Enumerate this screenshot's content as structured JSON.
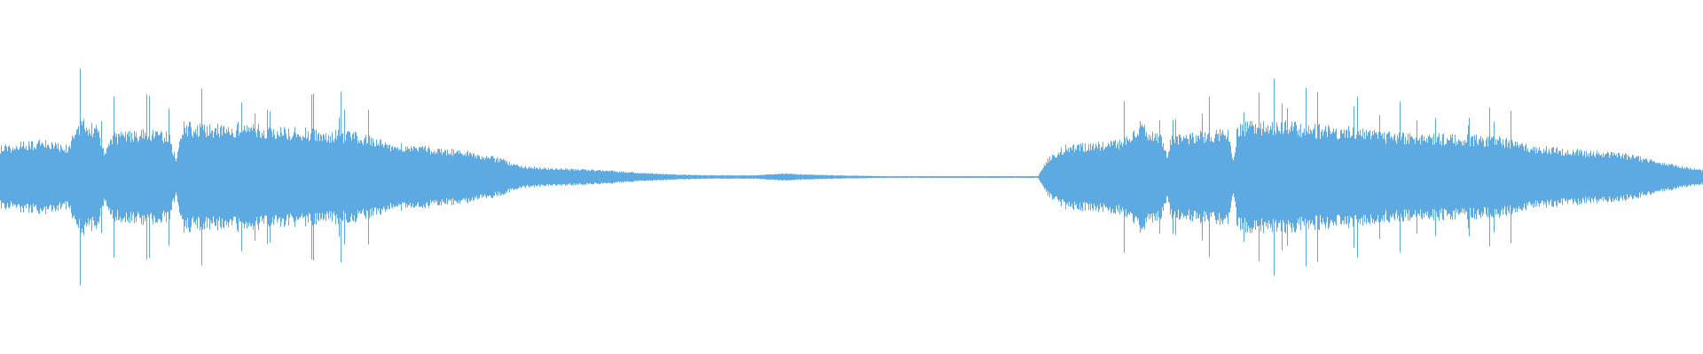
{
  "waveform": {
    "color": "#5DA9E1",
    "background": "#ffffff",
    "segments": [
      {
        "name": "audio-segment-left",
        "start": 0.0,
        "end": 0.3
      },
      {
        "name": "silence-tail",
        "start": 0.3,
        "end": 0.615
      },
      {
        "name": "audio-segment-right",
        "start": 0.615,
        "end": 1.0
      }
    ]
  }
}
